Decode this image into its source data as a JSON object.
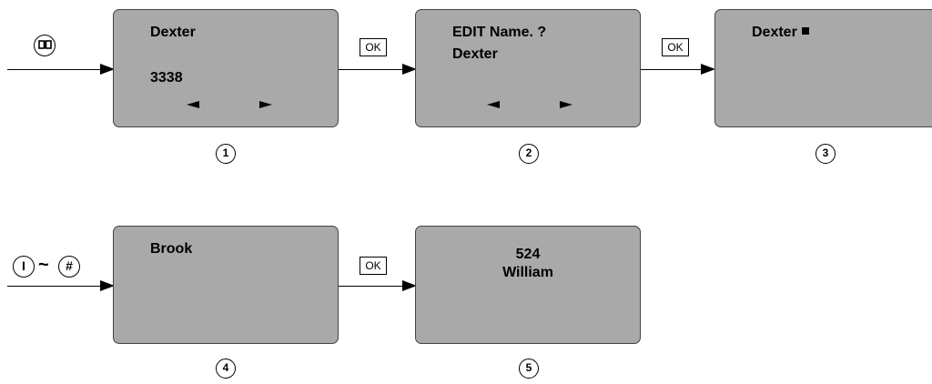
{
  "row1": {
    "screen1": {
      "line1": "Dexter",
      "line2": "3338"
    },
    "screen2": {
      "line1": "EDIT Name. ?",
      "line2": "Dexter"
    },
    "screen3": {
      "line1": "Dexter"
    },
    "ok_label": "OK",
    "steps": [
      "1",
      "2",
      "3"
    ]
  },
  "row2": {
    "screen4": {
      "line1": "Brook"
    },
    "screen5": {
      "line1": "524",
      "line2": "William"
    },
    "ok_label": "OK",
    "key_from": "I",
    "key_tilde": "~",
    "key_to": "#",
    "steps": [
      "4",
      "5"
    ]
  },
  "icons": {
    "phonebook_key": "phonebook-icon"
  }
}
